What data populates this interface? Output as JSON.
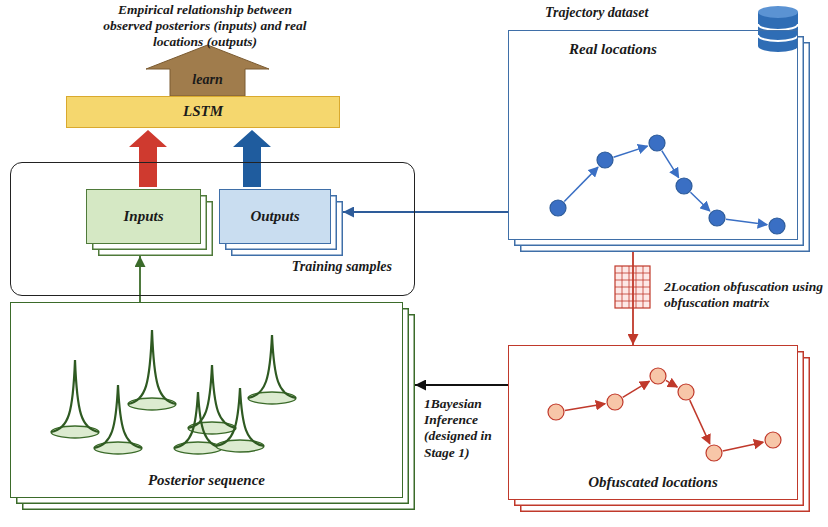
{
  "diagram": {
    "nodes": [
      {
        "text": [
          "learn"
        ]
      },
      {
        "text": [
          "LSTM"
        ]
      },
      {
        "text": [
          "Training samples"
        ]
      },
      {
        "text": [
          "Inputs"
        ],
        "in": 2
      },
      {
        "text": [
          "Outputs"
        ],
        "in": 2
      },
      {
        "text": [
          "Trajectory dataset",
          "Real locations"
        ]
      },
      {
        "text": [
          "Obfuscated locations"
        ]
      },
      {
        "text": [
          "Posterior sequence"
        ]
      }
    ],
    "edges": [
      {
        "from": 3,
        "to": 1,
        "arrow": "to"
      },
      {
        "from": 4,
        "to": 1,
        "arrow": "to"
      },
      {
        "from": 5,
        "to": 4,
        "arrow": "to"
      },
      {
        "from": 5,
        "to": 6,
        "arrow": "to"
      },
      {
        "from": 6,
        "to": 7,
        "arrow": "to"
      },
      {
        "from": 7,
        "to": 3,
        "arrow": "to"
      }
    ],
    "labels": [
      "Empirical relationship between observed posteriors (inputs) and real locations (outputs)",
      "2Location obfuscation using obfuscation matrix",
      "1Bayesian Inference (designed in Stage 1)"
    ]
  }
}
